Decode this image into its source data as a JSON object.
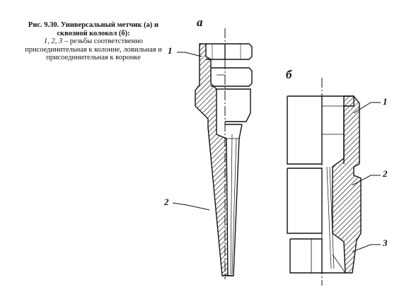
{
  "caption": {
    "title": "Рис. 9.30. Универсальный метчик (а) и сквозной колокол (б):",
    "legend_nums": "1, 2, 3",
    "legend_text": " – резьбы соответственно присоединительная к колонне, ловильная и присоединительная к воронке"
  },
  "labels": {
    "sub_a": "а",
    "sub_b": "б",
    "a1": "1",
    "a2": "2",
    "b1": "1",
    "b2": "2",
    "b3": "3"
  },
  "colors": {
    "ink": "#111111",
    "paper": "#ffffff"
  }
}
